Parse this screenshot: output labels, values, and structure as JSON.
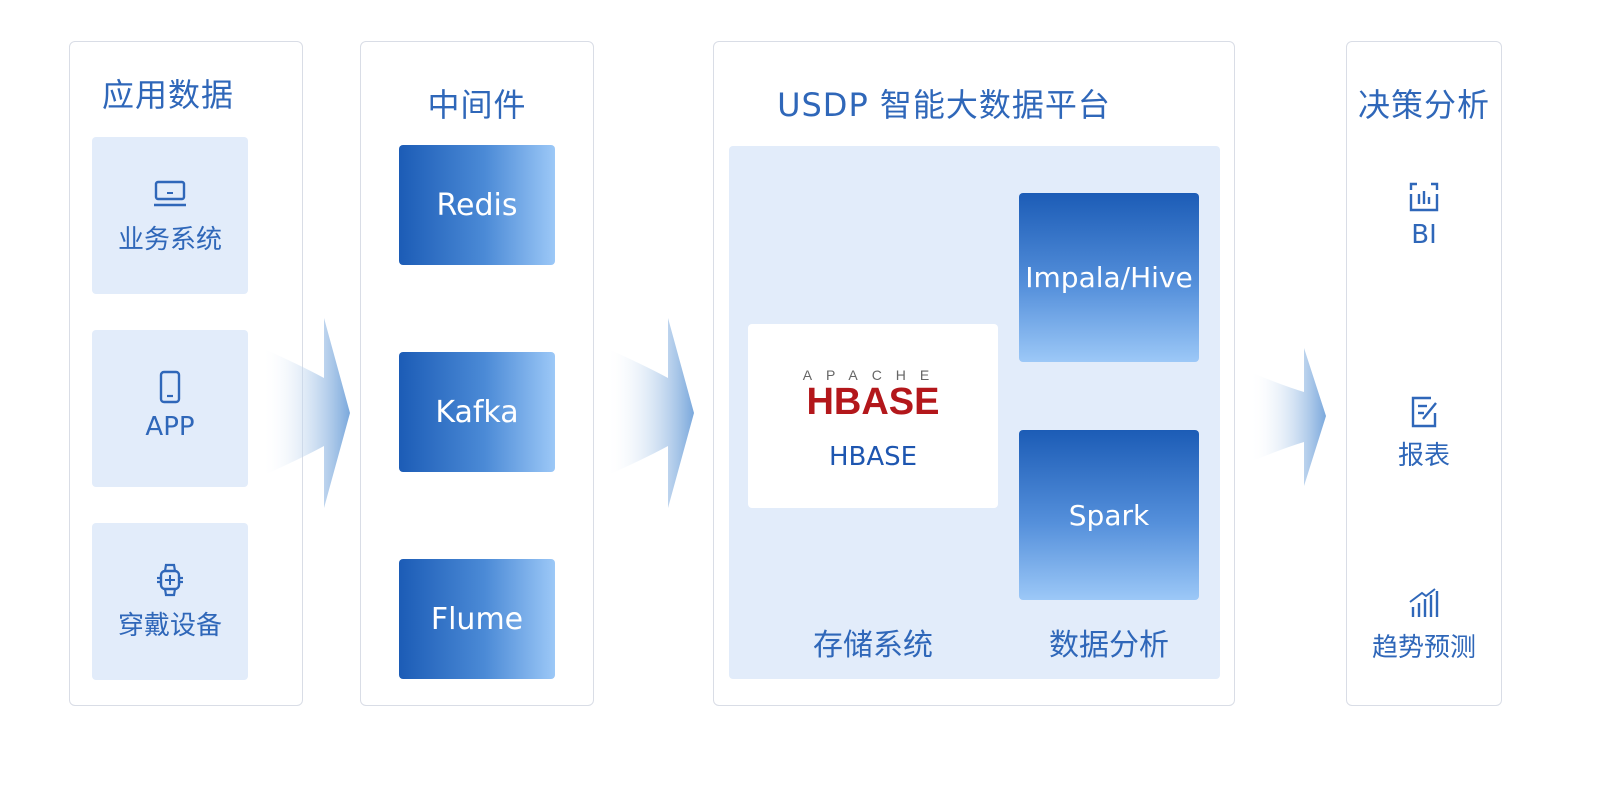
{
  "sources": {
    "title": "应用数据",
    "items": [
      {
        "label": "业务系统",
        "icon": "laptop-icon"
      },
      {
        "label": "APP",
        "icon": "mobile-phone-icon"
      },
      {
        "label": "穿戴设备",
        "icon": "smartwatch-icon"
      }
    ]
  },
  "middleware": {
    "title": "中间件",
    "items": [
      {
        "label": "Redis"
      },
      {
        "label": "Kafka"
      },
      {
        "label": "Flume"
      }
    ]
  },
  "platform": {
    "title": "USDP 智能大数据平台",
    "storage": {
      "logo_top": "APACHE",
      "logo_main": "HBASE",
      "label": "HBASE",
      "caption": "存储系统"
    },
    "analysis": {
      "items": [
        {
          "label": "Impala/Hive"
        },
        {
          "label": "Spark"
        }
      ],
      "caption": "数据分析"
    }
  },
  "decision": {
    "title": "决策分析",
    "items": [
      {
        "label": "BI",
        "icon": "bi-chart-icon"
      },
      {
        "label": "报表",
        "icon": "report-edit-icon"
      },
      {
        "label": "趋势预测",
        "icon": "trend-bars-icon"
      }
    ]
  },
  "colors": {
    "accent_text": "#2f67b9",
    "light_fill": "#e2ecfa",
    "gradient_dark": "#1c5cb6",
    "gradient_light": "#9cc8f7",
    "hbase_red": "#b3171b"
  }
}
